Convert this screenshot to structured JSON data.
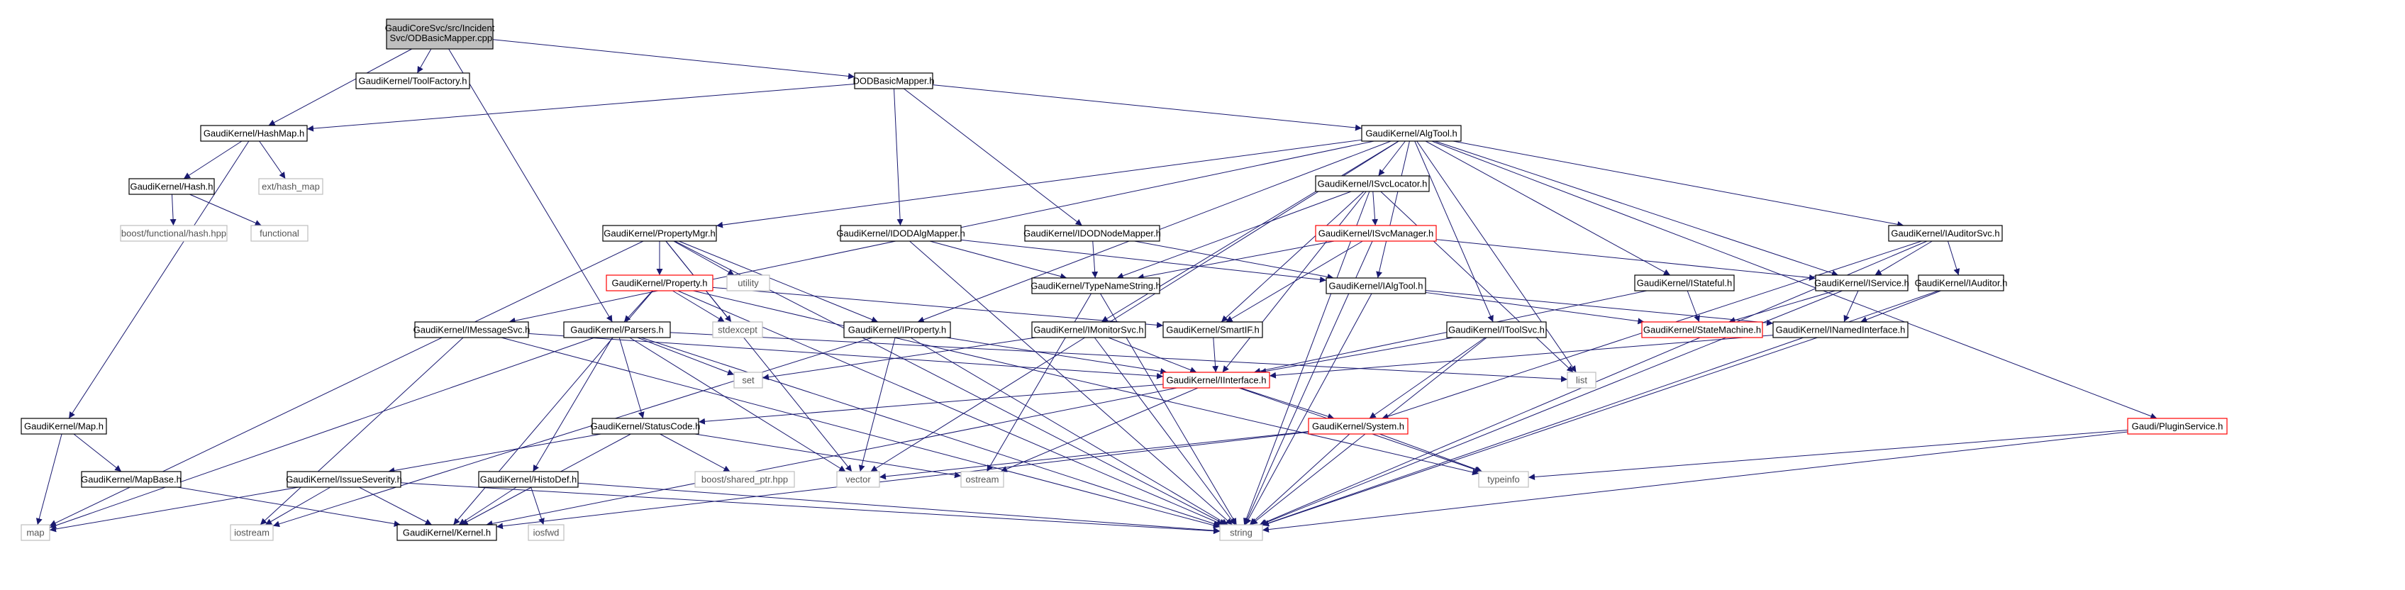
{
  "colors": {
    "edge": "#191970",
    "border_normal": "#000000",
    "border_external": "#bfbfbf",
    "border_partial": "#ff0000",
    "root_fill": "#bfbfbf",
    "text_normal": "#000000",
    "text_external": "#555555"
  },
  "nodes": [
    {
      "id": "root",
      "label": "GaudiCoreSvc/src/Incident Svc/ODBasicMapper.cpp",
      "kind": "root"
    },
    {
      "id": "toolfactory",
      "label": "GaudiKernel/ToolFactory.h",
      "kind": "normal"
    },
    {
      "id": "odbm",
      "label": "DODBasicMapper.h",
      "kind": "normal"
    },
    {
      "id": "hashmap",
      "label": "GaudiKernel/HashMap.h",
      "kind": "normal"
    },
    {
      "id": "algtool",
      "label": "GaudiKernel/AlgTool.h",
      "kind": "normal"
    },
    {
      "id": "hash",
      "label": "GaudiKernel/Hash.h",
      "kind": "normal"
    },
    {
      "id": "exthashmap",
      "label": "ext/hash_map",
      "kind": "external"
    },
    {
      "id": "boosthash",
      "label": "boost/functional/hash.hpp",
      "kind": "external"
    },
    {
      "id": "functional",
      "label": "functional",
      "kind": "external"
    },
    {
      "id": "propmgr",
      "label": "GaudiKernel/PropertyMgr.h",
      "kind": "normal"
    },
    {
      "id": "idodalg",
      "label": "GaudiKernel/IDODAlgMapper.h",
      "kind": "normal"
    },
    {
      "id": "idodnode",
      "label": "GaudiKernel/IDODNodeMapper.h",
      "kind": "normal"
    },
    {
      "id": "isvcloc",
      "label": "GaudiKernel/ISvcLocator.h",
      "kind": "normal"
    },
    {
      "id": "isvcmgr",
      "label": "GaudiKernel/ISvcManager.h",
      "kind": "partial"
    },
    {
      "id": "iauditorsvc",
      "label": "GaudiKernel/IAuditorSvc.h",
      "kind": "normal"
    },
    {
      "id": "property",
      "label": "GaudiKernel/Property.h",
      "kind": "partial"
    },
    {
      "id": "utility",
      "label": "utility",
      "kind": "external"
    },
    {
      "id": "typename",
      "label": "GaudiKernel/TypeNameString.h",
      "kind": "normal"
    },
    {
      "id": "ialgtool",
      "label": "GaudiKernel/IAlgTool.h",
      "kind": "normal"
    },
    {
      "id": "istateful",
      "label": "GaudiKernel/IStateful.h",
      "kind": "normal"
    },
    {
      "id": "iservice",
      "label": "GaudiKernel/IService.h",
      "kind": "normal"
    },
    {
      "id": "iauditor",
      "label": "GaudiKernel/IAuditor.h",
      "kind": "normal"
    },
    {
      "id": "imsgsvc",
      "label": "GaudiKernel/IMessageSvc.h",
      "kind": "normal"
    },
    {
      "id": "parsers",
      "label": "GaudiKernel/Parsers.h",
      "kind": "normal"
    },
    {
      "id": "stdexcept",
      "label": "stdexcept",
      "kind": "external"
    },
    {
      "id": "iproperty",
      "label": "GaudiKernel/IProperty.h",
      "kind": "normal"
    },
    {
      "id": "imonsvc",
      "label": "GaudiKernel/IMonitorSvc.h",
      "kind": "normal"
    },
    {
      "id": "smartif",
      "label": "GaudiKernel/SmartIF.h",
      "kind": "normal"
    },
    {
      "id": "itoolsvc",
      "label": "GaudiKernel/IToolSvc.h",
      "kind": "normal"
    },
    {
      "id": "statemachine",
      "label": "GaudiKernel/StateMachine.h",
      "kind": "partial"
    },
    {
      "id": "inamed",
      "label": "GaudiKernel/INamedInterface.h",
      "kind": "normal"
    },
    {
      "id": "set",
      "label": "set",
      "kind": "external"
    },
    {
      "id": "iinterface",
      "label": "GaudiKernel/IInterface.h",
      "kind": "partial"
    },
    {
      "id": "list",
      "label": "list",
      "kind": "external"
    },
    {
      "id": "map_h",
      "label": "GaudiKernel/Map.h",
      "kind": "normal"
    },
    {
      "id": "statuscode",
      "label": "GaudiKernel/StatusCode.h",
      "kind": "normal"
    },
    {
      "id": "system",
      "label": "GaudiKernel/System.h",
      "kind": "partial"
    },
    {
      "id": "pluginsvc",
      "label": "Gaudi/PluginService.h",
      "kind": "partial"
    },
    {
      "id": "mapbase",
      "label": "GaudiKernel/MapBase.h",
      "kind": "normal"
    },
    {
      "id": "issueseverity",
      "label": "GaudiKernel/IssueSeverity.h",
      "kind": "normal"
    },
    {
      "id": "boostshared",
      "label": "boost/shared_ptr.hpp",
      "kind": "external"
    },
    {
      "id": "vector",
      "label": "vector",
      "kind": "external"
    },
    {
      "id": "ostream",
      "label": "ostream",
      "kind": "external"
    },
    {
      "id": "typeinfo",
      "label": "typeinfo",
      "kind": "external"
    },
    {
      "id": "histodef",
      "label": "GaudiKernel/HistoDef.h",
      "kind": "normal"
    },
    {
      "id": "map",
      "label": "map",
      "kind": "external"
    },
    {
      "id": "iostream",
      "label": "iostream",
      "kind": "external"
    },
    {
      "id": "kernel",
      "label": "GaudiKernel/Kernel.h",
      "kind": "normal"
    },
    {
      "id": "iosfwd",
      "label": "iosfwd",
      "kind": "external"
    },
    {
      "id": "string",
      "label": "string",
      "kind": "external"
    }
  ],
  "edges": [
    [
      "root",
      "toolfactory"
    ],
    [
      "root",
      "odbm"
    ],
    [
      "root",
      "hashmap"
    ],
    [
      "root",
      "parsers"
    ],
    [
      "odbm",
      "hashmap"
    ],
    [
      "odbm",
      "algtool"
    ],
    [
      "odbm",
      "idodalg"
    ],
    [
      "odbm",
      "idodnode"
    ],
    [
      "hashmap",
      "hash"
    ],
    [
      "hashmap",
      "exthashmap"
    ],
    [
      "hashmap",
      "map_h"
    ],
    [
      "hash",
      "boosthash"
    ],
    [
      "hash",
      "functional"
    ],
    [
      "algtool",
      "propmgr"
    ],
    [
      "algtool",
      "isvcloc"
    ],
    [
      "algtool",
      "iauditorsvc"
    ],
    [
      "algtool",
      "pluginsvc"
    ],
    [
      "algtool",
      "imsgsvc"
    ],
    [
      "algtool",
      "iproperty"
    ],
    [
      "algtool",
      "imonsvc"
    ],
    [
      "algtool",
      "ialgtool"
    ],
    [
      "algtool",
      "istateful"
    ],
    [
      "algtool",
      "iservice"
    ],
    [
      "algtool",
      "itoolsvc"
    ],
    [
      "algtool",
      "list"
    ],
    [
      "algtool",
      "vector"
    ],
    [
      "propmgr",
      "property"
    ],
    [
      "propmgr",
      "utility"
    ],
    [
      "propmgr",
      "iproperty"
    ],
    [
      "propmgr",
      "stdexcept"
    ],
    [
      "propmgr",
      "map"
    ],
    [
      "propmgr",
      "vector"
    ],
    [
      "propmgr",
      "string"
    ],
    [
      "property",
      "parsers"
    ],
    [
      "property",
      "smartif"
    ],
    [
      "property",
      "stdexcept"
    ],
    [
      "property",
      "typeinfo"
    ],
    [
      "property",
      "string"
    ],
    [
      "property",
      "kernel"
    ],
    [
      "idodalg",
      "typename"
    ],
    [
      "idodalg",
      "ialgtool"
    ],
    [
      "idodalg",
      "string"
    ],
    [
      "idodnode",
      "typename"
    ],
    [
      "idodnode",
      "ialgtool"
    ],
    [
      "isvcloc",
      "isvcmgr"
    ],
    [
      "isvcloc",
      "typename"
    ],
    [
      "isvcloc",
      "smartif"
    ],
    [
      "isvcloc",
      "iinterface"
    ],
    [
      "isvcloc",
      "list"
    ],
    [
      "isvcloc",
      "string"
    ],
    [
      "isvcmgr",
      "iservice"
    ],
    [
      "isvcmgr",
      "typename"
    ],
    [
      "isvcmgr",
      "smartif"
    ],
    [
      "isvcmgr",
      "string"
    ],
    [
      "iauditorsvc",
      "iservice"
    ],
    [
      "iauditorsvc",
      "iauditor"
    ],
    [
      "iauditorsvc",
      "system"
    ],
    [
      "iauditorsvc",
      "string"
    ],
    [
      "iauditor",
      "inamed"
    ],
    [
      "iauditor",
      "string"
    ],
    [
      "typename",
      "string"
    ],
    [
      "typename",
      "ostream"
    ],
    [
      "ialgtool",
      "inamed"
    ],
    [
      "ialgtool",
      "statemachine"
    ],
    [
      "ialgtool",
      "string"
    ],
    [
      "istateful",
      "statemachine"
    ],
    [
      "istateful",
      "iinterface"
    ],
    [
      "iservice",
      "inamed"
    ],
    [
      "iservice",
      "statemachine"
    ],
    [
      "iservice",
      "string"
    ],
    [
      "inamed",
      "iinterface"
    ],
    [
      "inamed",
      "string"
    ],
    [
      "imsgsvc",
      "iinterface"
    ],
    [
      "imsgsvc",
      "iostream"
    ],
    [
      "imsgsvc",
      "string"
    ],
    [
      "parsers",
      "statuscode"
    ],
    [
      "parsers",
      "histodef"
    ],
    [
      "parsers",
      "set"
    ],
    [
      "parsers",
      "list"
    ],
    [
      "parsers",
      "map"
    ],
    [
      "parsers",
      "vector"
    ],
    [
      "parsers",
      "string"
    ],
    [
      "iproperty",
      "iinterface"
    ],
    [
      "iproperty",
      "iostream"
    ],
    [
      "iproperty",
      "vector"
    ],
    [
      "iproperty",
      "string"
    ],
    [
      "imonsvc",
      "iinterface"
    ],
    [
      "imonsvc",
      "set"
    ],
    [
      "imonsvc",
      "string"
    ],
    [
      "smartif",
      "iinterface"
    ],
    [
      "itoolsvc",
      "iinterface"
    ],
    [
      "itoolsvc",
      "system"
    ],
    [
      "itoolsvc",
      "string"
    ],
    [
      "iinterface",
      "statuscode"
    ],
    [
      "iinterface",
      "system"
    ],
    [
      "iinterface",
      "kernel"
    ],
    [
      "iinterface",
      "typeinfo"
    ],
    [
      "iinterface",
      "ostream"
    ],
    [
      "map_h",
      "mapbase"
    ],
    [
      "map_h",
      "map"
    ],
    [
      "mapbase",
      "kernel"
    ],
    [
      "statuscode",
      "issueseverity"
    ],
    [
      "statuscode",
      "boostshared"
    ],
    [
      "statuscode",
      "kernel"
    ],
    [
      "statuscode",
      "ostream"
    ],
    [
      "issueseverity",
      "kernel"
    ],
    [
      "issueseverity",
      "map"
    ],
    [
      "issueseverity",
      "iostream"
    ],
    [
      "issueseverity",
      "string"
    ],
    [
      "system",
      "kernel"
    ],
    [
      "system",
      "typeinfo"
    ],
    [
      "system",
      "vector"
    ],
    [
      "system",
      "string"
    ],
    [
      "histodef",
      "kernel"
    ],
    [
      "histodef",
      "iosfwd"
    ],
    [
      "histodef",
      "string"
    ],
    [
      "pluginsvc",
      "typeinfo"
    ],
    [
      "pluginsvc",
      "string"
    ]
  ]
}
